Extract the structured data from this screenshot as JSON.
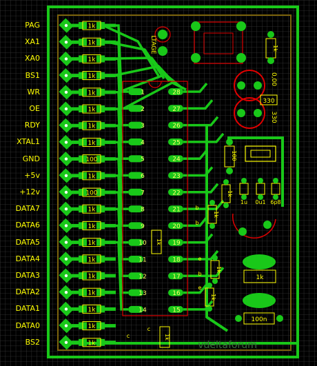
{
  "colors": {
    "background": "#000000",
    "grid": "#3a3a3a",
    "copper": "#19c819",
    "silkscreen": "#ffff00",
    "outline": "#e00000",
    "pad_hole": "#ffffff",
    "text_ic": "#ffff66"
  },
  "connector_labels": [
    "PAG",
    "XA1",
    "XA0",
    "BS1",
    "WR",
    "OE",
    "RDY",
    "XTAL1",
    "GND",
    "+5v",
    "+12v",
    "DATA7",
    "DATA6",
    "DATA5",
    "DATA4",
    "DATA3",
    "DATA2",
    "DATA1",
    "DATA0",
    "BS2"
  ],
  "resistor_labels": [
    "1k",
    "1k",
    "1k",
    "1k",
    "1k",
    "1k",
    "1k",
    "1k",
    "100",
    "1k",
    "100",
    "1k",
    "1k",
    "1k",
    "1k",
    "1k",
    "1k",
    "1k",
    "1k",
    "1k"
  ],
  "ic_left_pins": [
    "1",
    "2",
    "3",
    "4",
    "5",
    "6",
    "7",
    "8",
    "9",
    "10",
    "11",
    "12",
    "13",
    "14"
  ],
  "ic_right_pins": [
    "28",
    "27",
    "26",
    "25",
    "24",
    "23",
    "22",
    "21",
    "20",
    "19",
    "18",
    "17",
    "16",
    "15"
  ],
  "part_labels": {
    "socket": "LTAGE",
    "r_top_right": "1k",
    "crystal_freq": "0,00",
    "cap_330": "330",
    "cap_330_b": "330",
    "r100_vertical": "100",
    "r1k_vert_a": "1k",
    "r1k_vert_b": "1k",
    "r1k_vert_c": "1k",
    "r1k_vert_d": "1k",
    "cap_1u": "1u",
    "cap_0u1": "0u1",
    "cap_6p8": "6p8",
    "pin_b_a": "b",
    "pin_b_b": "b",
    "pin_b_c": "b",
    "pin_e_a": "e",
    "pin_e_b": "e",
    "pin_c_a": "c",
    "pin_c_b": "c",
    "r100n_bottom": "100n",
    "r1k_bottom": "1k",
    "r1k_bottom_b": "1k",
    "r14_label": "1k",
    "watermark": "vdeltaforum"
  },
  "icons": {
    "corner": "window-corner-marker-icon"
  }
}
